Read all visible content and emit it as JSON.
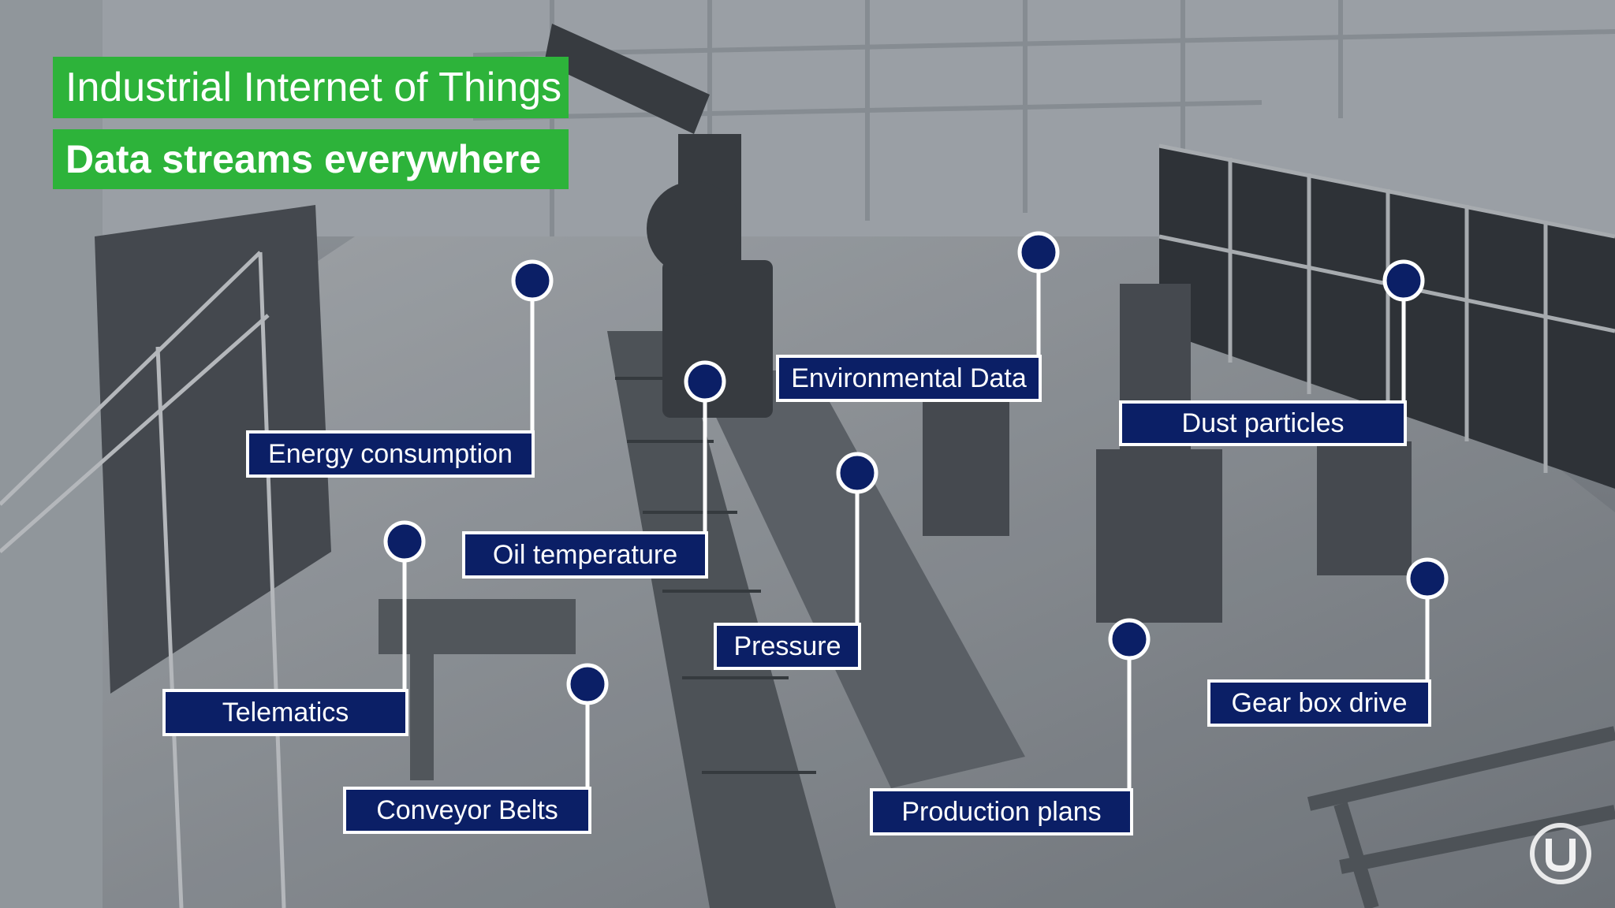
{
  "title": {
    "line1": "Industrial Internet of Things",
    "line2": "Data streams everywhere"
  },
  "callouts": [
    {
      "id": "energy",
      "label": "Energy consumption"
    },
    {
      "id": "oil",
      "label": "Oil temperature"
    },
    {
      "id": "environmental",
      "label": "Environmental Data"
    },
    {
      "id": "dust",
      "label": "Dust particles"
    },
    {
      "id": "pressure",
      "label": "Pressure"
    },
    {
      "id": "telematics",
      "label": "Telematics"
    },
    {
      "id": "conveyor",
      "label": "Conveyor Belts"
    },
    {
      "id": "production",
      "label": "Production plans"
    },
    {
      "id": "gearbox",
      "label": "Gear box drive"
    }
  ],
  "colors": {
    "title_background": "#2db33a",
    "label_background": "#0b1f66",
    "label_border": "#ffffff",
    "connector": "#ffffff"
  },
  "icons": {
    "logo": "brand-logo-icon",
    "marker": "sensor-dot-icon"
  }
}
